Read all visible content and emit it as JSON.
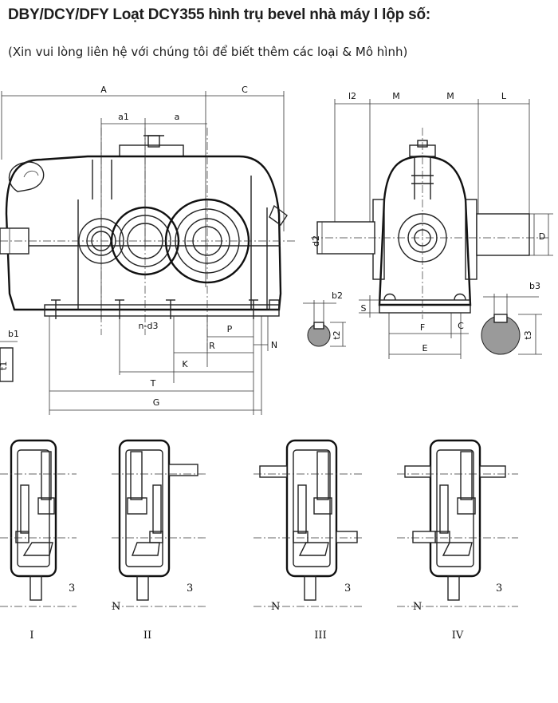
{
  "title": "DBY/DCY/DFY Loạt DCY355 hình trụ bevel nhà máy l lộp số:",
  "subtitle": "(Xin vui lòng liên hệ với chúng tôi để biết thêm các loại & Mô hình)",
  "front_view_labels": {
    "A": "A",
    "C": "C",
    "a1": "a1",
    "a": "a",
    "n_d3": "n-d3",
    "P": "P",
    "R": "R",
    "K": "K",
    "T": "T",
    "G": "G",
    "N": "N",
    "b1": "b1",
    "t1": "t1"
  },
  "side_view_labels": {
    "l2": "l2",
    "M_left": "M",
    "M_right": "M",
    "L": "L",
    "d2": "d2",
    "D": "D",
    "S": "S",
    "F": "F",
    "C": "C",
    "E": "E"
  },
  "section_labels": {
    "b2": "b2",
    "t2": "t2",
    "b3": "b3",
    "t3": "t3"
  },
  "assembly_configs": [
    {
      "label": "I",
      "left_mark": "",
      "right_mark": "3"
    },
    {
      "label": "II",
      "left_mark": "N",
      "right_mark": "3"
    },
    {
      "label": "III",
      "left_mark": "N",
      "right_mark": "3"
    },
    {
      "label": "IV",
      "left_mark": "N",
      "right_mark": "3"
    }
  ]
}
